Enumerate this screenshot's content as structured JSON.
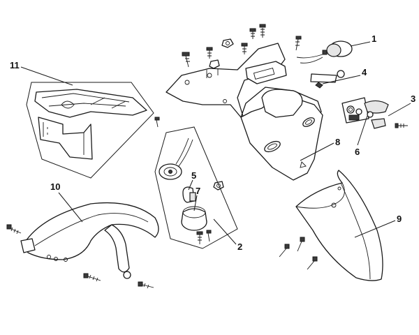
{
  "callouts": [
    {
      "id": "1",
      "label": "1"
    },
    {
      "id": "2",
      "label": "2"
    },
    {
      "id": "3",
      "label": "3"
    },
    {
      "id": "4",
      "label": "4"
    },
    {
      "id": "5",
      "label": "5"
    },
    {
      "id": "6",
      "label": "6"
    },
    {
      "id": "7",
      "label": "7"
    },
    {
      "id": "8",
      "label": "8"
    },
    {
      "id": "9",
      "label": "9"
    },
    {
      "id": "10",
      "label": "10"
    },
    {
      "id": "11",
      "label": "11"
    }
  ],
  "colors": {
    "line": "#1a1a1a",
    "background": "#ffffff",
    "shade": "#e6e6e6"
  }
}
